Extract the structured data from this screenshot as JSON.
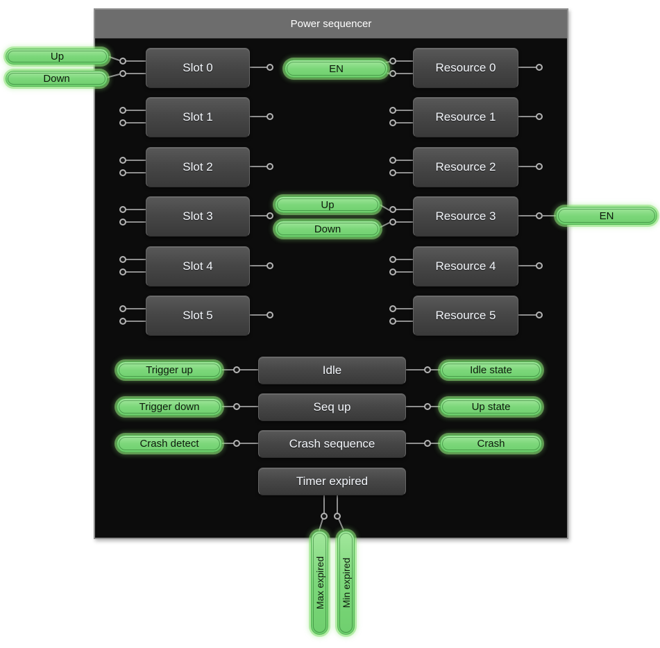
{
  "panel": {
    "title": "Power sequencer"
  },
  "colors": {
    "pill_green": "#7cd77a",
    "pill_glow": "#8be276",
    "pill_border": "#54b654",
    "titlebar_gray": "#6d6d6d",
    "panel_background": "#0c0c0c",
    "node_gray_top": "#585858",
    "node_gray_bottom": "#393939",
    "wire_gray": "#8f8f8f",
    "port_ring": "#b5b5b5",
    "node_text": "#f3f6fb",
    "pill_text": "#0d1a0c"
  },
  "slots": [
    "Slot 0",
    "Slot 1",
    "Slot 2",
    "Slot 3",
    "Slot 4",
    "Slot 5"
  ],
  "resources": [
    "Resource 0",
    "Resource 1",
    "Resource 2",
    "Resource 3",
    "Resource 4",
    "Resource 5"
  ],
  "terminals": {
    "slot0": {
      "up": "Up",
      "down": "Down"
    },
    "resource0": {
      "en": "EN"
    },
    "resource3": {
      "up": "Up",
      "down": "Down",
      "en_out": "EN"
    }
  },
  "state_machine": {
    "rows": [
      {
        "input": "Trigger up",
        "state": "Idle",
        "output": "Idle state"
      },
      {
        "input": "Trigger down",
        "state": "Seq up",
        "output": "Up state"
      },
      {
        "input": "Crash detect",
        "state": "Crash sequence",
        "output": "Crash"
      }
    ],
    "timer": {
      "state": "Timer expired",
      "outputs": [
        "Max expired",
        "Min expired"
      ]
    }
  }
}
